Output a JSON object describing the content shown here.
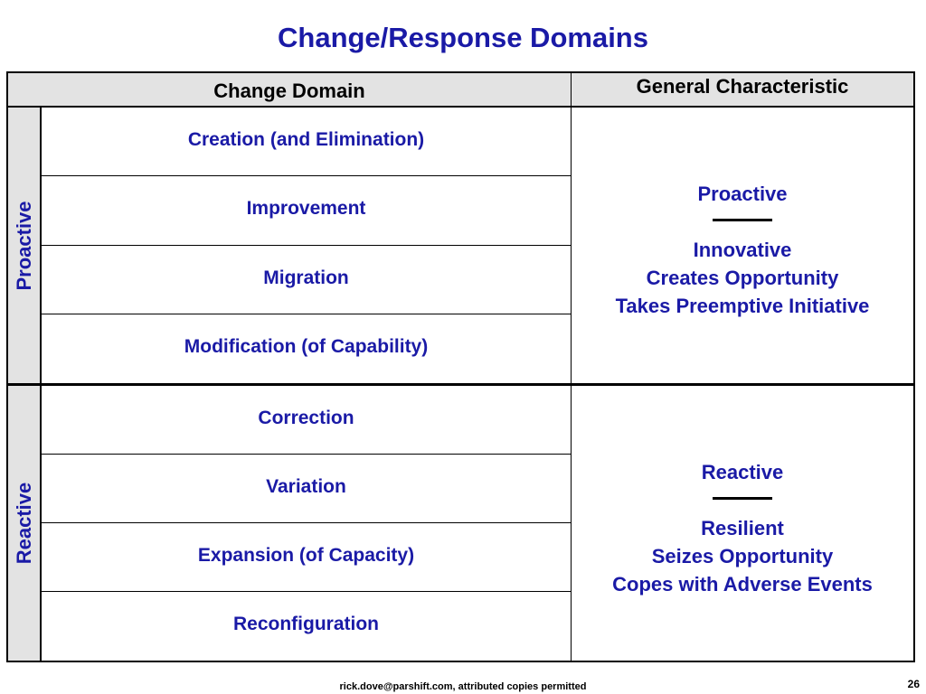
{
  "title": "Change/Response Domains",
  "table": {
    "header": {
      "change_domain": "Change Domain",
      "general_characteristic": "General Characteristic"
    },
    "proactive": {
      "side_label": "Proactive",
      "domains": [
        "Creation (and Elimination)",
        "Improvement",
        "Migration",
        "Modification (of Capability)"
      ],
      "characteristic": {
        "heading": "Proactive",
        "lines": [
          "Innovative",
          "Creates Opportunity",
          "Takes Preemptive Initiative"
        ]
      }
    },
    "reactive": {
      "side_label": "Reactive",
      "domains": [
        "Correction",
        "Variation",
        "Expansion (of Capacity)",
        "Reconfiguration"
      ],
      "characteristic": {
        "heading": "Reactive",
        "lines": [
          "Resilient",
          "Seizes Opportunity",
          "Copes with Adverse Events"
        ]
      }
    }
  },
  "footer": {
    "credit": "rick.dove@parshift.com, attributed copies permitted",
    "page_number": "26"
  },
  "colors": {
    "text_blue": "#1a1aa6",
    "header_gray": "#e3e3e3",
    "border": "#000000"
  }
}
